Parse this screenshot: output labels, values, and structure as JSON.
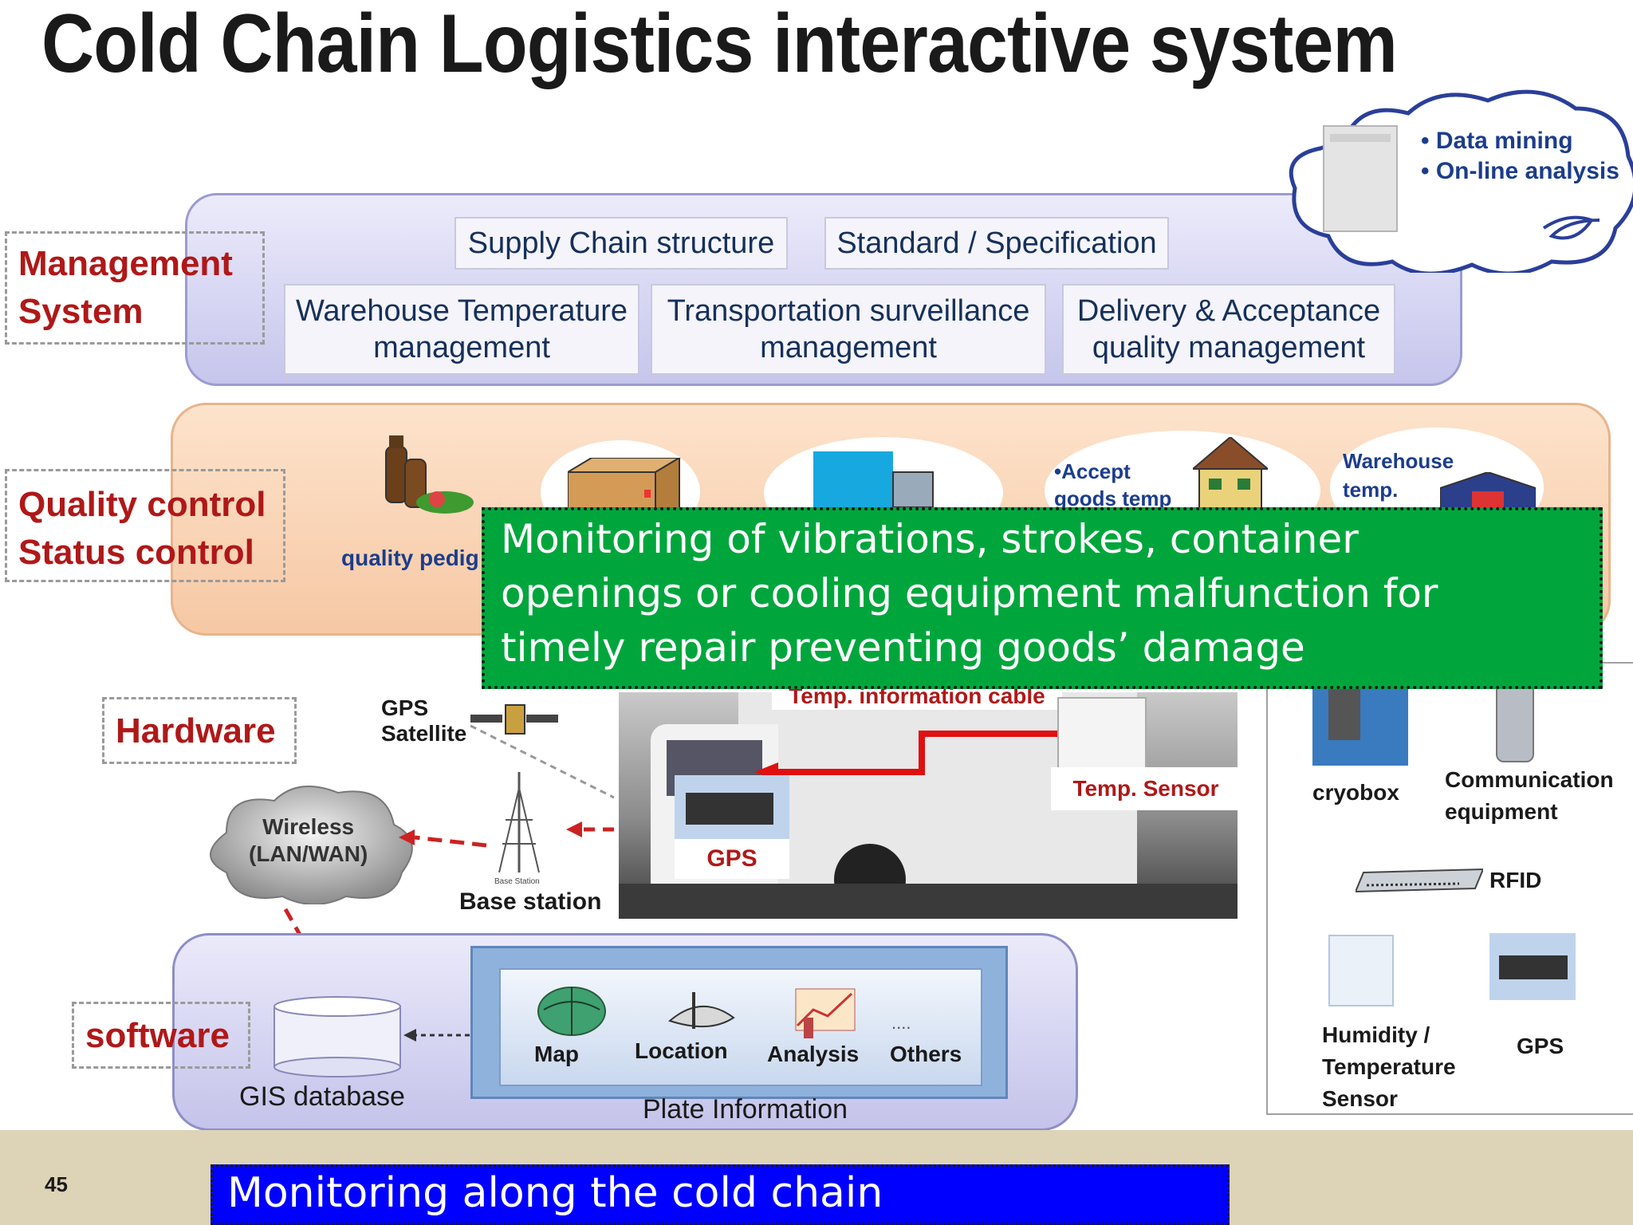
{
  "title": "Cold Chain Logistics interactive system",
  "cloud": {
    "items": [
      "• Data mining",
      "• On-line analysis"
    ]
  },
  "sections": {
    "management": [
      "Management",
      "System"
    ],
    "quality": [
      "Quality control",
      "Status control"
    ],
    "hardware": "Hardware",
    "software": "software"
  },
  "management_boxes": {
    "supply_chain": "Supply Chain structure",
    "standard": "Standard / Specification",
    "warehouse": [
      "Warehouse Temperature",
      "management"
    ],
    "transport": [
      "Transportation surveillance",
      "management"
    ],
    "delivery": [
      "Delivery & Acceptance",
      "quality management"
    ]
  },
  "quality_items": {
    "pedigree": "quality pedig",
    "accept": [
      "•Accept",
      "goods temp"
    ],
    "warehouse_temp": [
      "Warehouse",
      "temp."
    ]
  },
  "hardware": {
    "gps_satellite": [
      "GPS",
      "Satellite"
    ],
    "wireless": [
      "Wireless",
      "(LAN/WAN)"
    ],
    "base_station": "Base station",
    "base_station_small": "Base Station",
    "temp_info_cable": "Temp. information cable",
    "temp_sensor": "Temp. Sensor",
    "gps_truck": "GPS"
  },
  "devices": {
    "cryobox": "cryobox",
    "communication": [
      "Communication",
      "equipment"
    ],
    "rfid": "RFID",
    "humidity": [
      "Humidity /",
      "Temperature",
      "Sensor"
    ],
    "gps": "GPS"
  },
  "software": {
    "gis": "GIS database",
    "plate_info": "Plate Information",
    "map": "Map",
    "location": "Location",
    "analysis": "Analysis",
    "others": "Others",
    "dots": "...."
  },
  "callout_green": [
    "Monitoring of vibrations, strokes, container",
    "openings or cooling equipment malfunction for",
    "timely repair preventing goods’ damage"
  ],
  "callout_blue": "Monitoring along the cold chain",
  "page_number": "45",
  "colors": {
    "green": "#00a63c",
    "blue": "#0000ff",
    "label_red": "#b01818",
    "footer": "#ddd3b6"
  }
}
